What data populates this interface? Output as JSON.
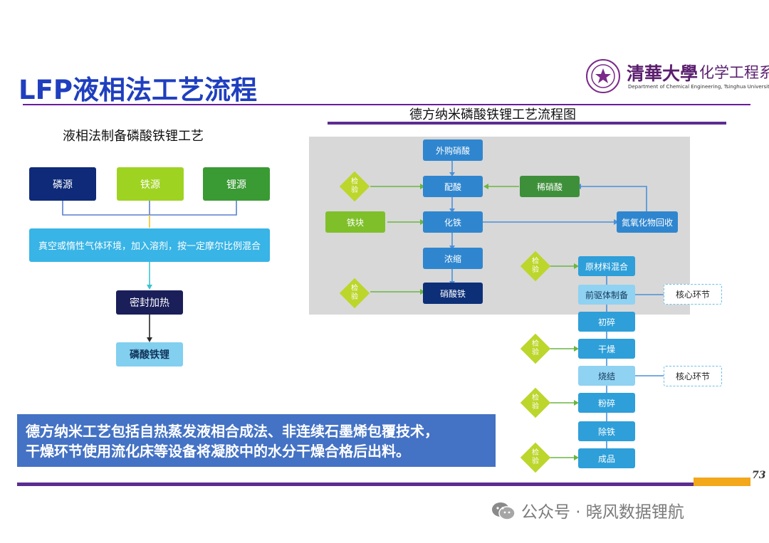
{
  "header": {
    "title": "LFP液相法工艺流程",
    "logo": {
      "cn": "清華大學",
      "dept_cn": "化学工程系",
      "dept_en": "Department of Chemical Engineering, Tsinghua University"
    }
  },
  "left_diagram": {
    "caption": "液相法制备磷酸铁锂工艺",
    "sources": [
      "磷源",
      "铁源",
      "锂源"
    ],
    "mix": "真空或惰性气体环境，加入溶剂，按一定摩尔比例混合",
    "heat": "密封加热",
    "product": "磷酸铁锂"
  },
  "right_caption": "德方纳米磷酸铁锂工艺流程图",
  "iron_flow": {
    "main": [
      "外购硝酸",
      "配酸",
      "化铁",
      "浓缩",
      "硝酸铁"
    ],
    "dilute_acid": "稀硝酸",
    "iron_block": "铁块",
    "nox_recovery": "氮氧化物回收",
    "inspect": [
      "检",
      "验"
    ]
  },
  "lfp_flow": {
    "steps": [
      "原材料混合",
      "前驱体制备",
      "初碎",
      "干燥",
      "烧结",
      "粉碎",
      "除铁",
      "成品"
    ],
    "core": "核心环节",
    "inspect": [
      "检",
      "验"
    ]
  },
  "note": {
    "line1": "德方纳米工艺包括自热蒸发液相合成法、非连续石墨烯包覆技术，",
    "line2": "干燥环节使用流化床等设备将凝胶中的水分干燥合格后出料。"
  },
  "page_number": "73",
  "watermark": "公众号 · 晓风数据锂航"
}
